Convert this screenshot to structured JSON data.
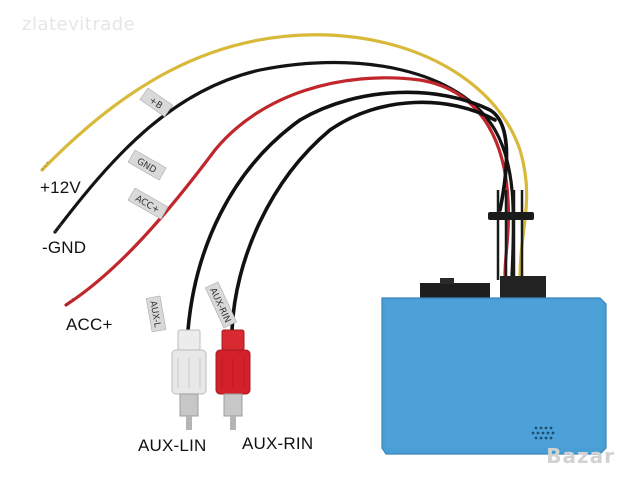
{
  "watermark": "zlatevitrade",
  "wire_labels": {
    "power": "+12V",
    "ground": "-GND",
    "accessory": "ACC+",
    "aux_left": "AUX-LIN",
    "aux_right": "AUX-RIN"
  },
  "wire_tags": {
    "b_plus": "+B",
    "gnd": "GND",
    "acc": "ACC+",
    "aux_l": "AUX-L",
    "aux_rin": "AUX-RIN"
  },
  "corner_logo": "Bazar",
  "colors": {
    "yellow_wire": "#d8b93a",
    "black_wire": "#141414",
    "red_wire": "#c0262b",
    "module_blue": "#4a9ed6",
    "rca_white": "#e8e8e8",
    "rca_red": "#d3202a"
  }
}
